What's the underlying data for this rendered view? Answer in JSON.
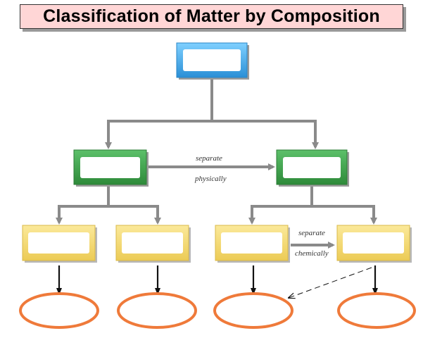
{
  "title": "Classification of Matter by Composition",
  "edge_labels": {
    "separate_physically": {
      "line1": "separate",
      "line2": "physically"
    },
    "separate_chemically": {
      "line1": "separate",
      "line2": "chemically"
    }
  },
  "colors": {
    "top_box": "#3aa6e6",
    "middle_box": "#3a9a45",
    "bottom_box": "#f3d872",
    "oval_stroke": "#ef7a3a",
    "connector": "#8a8a8a",
    "arrow": "#111111",
    "title_background": "#ffd6d6"
  }
}
